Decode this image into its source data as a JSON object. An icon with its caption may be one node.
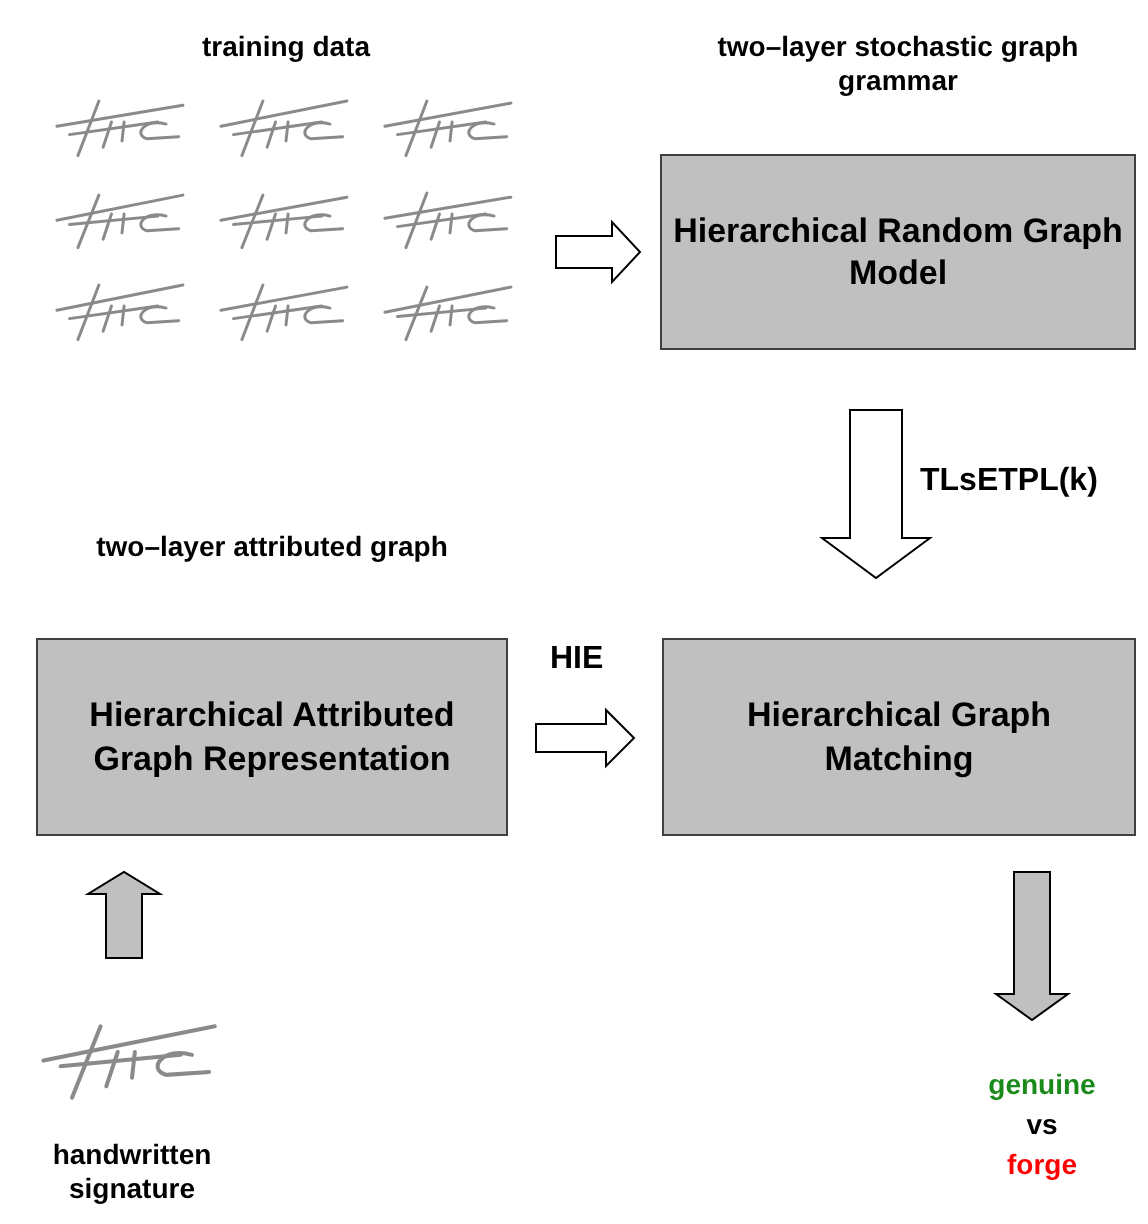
{
  "diagram": {
    "nodes": [
      {
        "text": [
          "training data"
        ]
      },
      {
        "text": [
          "two–layer stochastic graph grammar",
          "Hierarchical Random Graph Model"
        ]
      },
      {
        "text": [
          "two–layer attributed graph",
          "Hierarchical Attributed Graph Representation"
        ]
      },
      {
        "text": [
          "Hierarchical Graph Matching"
        ]
      },
      {
        "text": [
          "handwritten signature"
        ]
      },
      {
        "text": [
          "genuine",
          "vs",
          "forge"
        ]
      }
    ],
    "edges": [
      {
        "from": 0,
        "to": 1,
        "arrow": "to"
      },
      {
        "from": 1,
        "to": 3,
        "arrow": "to",
        "label": "TLsETPL(k)"
      },
      {
        "from": 2,
        "to": 3,
        "arrow": "to",
        "label": "HIE"
      },
      {
        "from": 4,
        "to": 2,
        "arrow": "to",
        "color": "#c0c0c0"
      },
      {
        "from": 3,
        "to": 5,
        "arrow": "to",
        "color": "#c0c0c0"
      }
    ]
  }
}
